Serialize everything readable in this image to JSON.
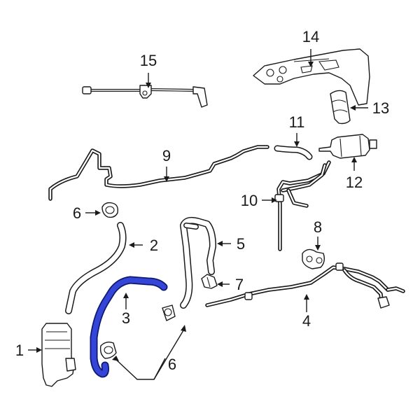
{
  "callouts": {
    "c1": "1",
    "c2": "2",
    "c3": "3",
    "c4": "4",
    "c5": "5",
    "c6a": "6",
    "c6b": "6",
    "c7": "7",
    "c8": "8",
    "c9": "9",
    "c10": "10",
    "c11": "11",
    "c12": "12",
    "c13": "13",
    "c14": "14",
    "c15": "15"
  },
  "colors": {
    "highlight_part": "#3545d8",
    "line_art": "#1a1a1a",
    "background": "#ffffff"
  },
  "highlighted_callout": "3"
}
